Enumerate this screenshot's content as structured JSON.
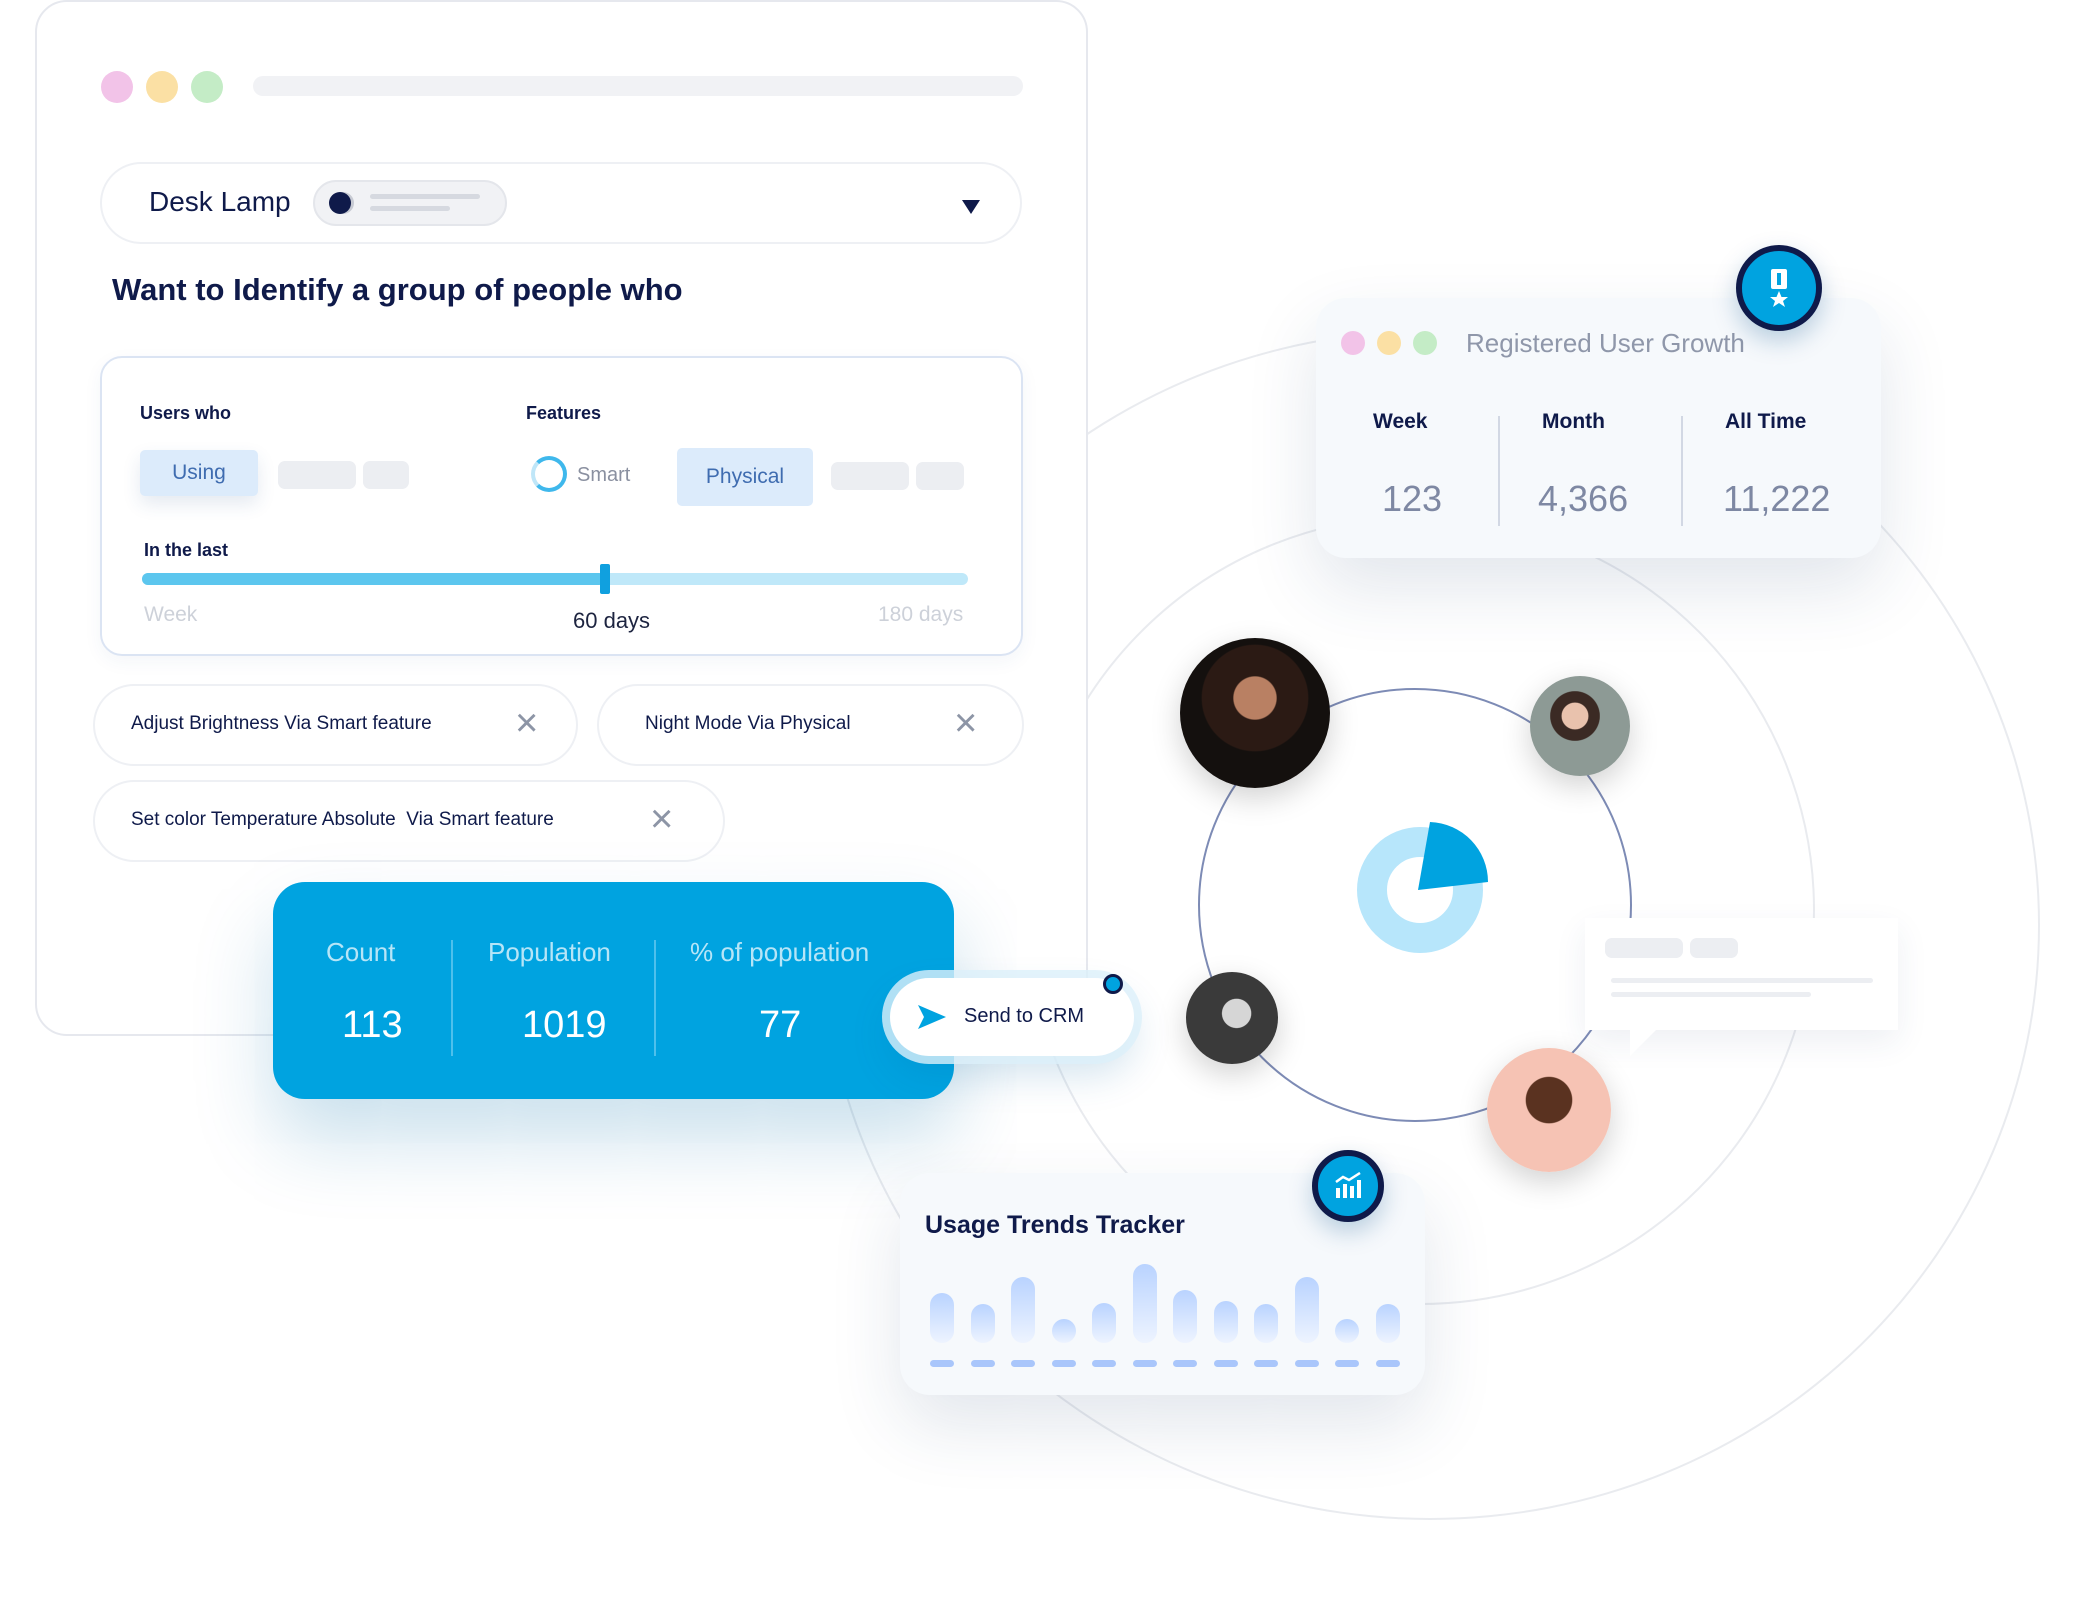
{
  "filter_panel": {
    "product": "Desk Lamp",
    "heading": "Want to Identify a group of people who",
    "users_who_label": "Users who",
    "users_who_selected": "Using",
    "features_label": "Features",
    "feature_option_1": "Smart",
    "feature_option_2": "Physical",
    "in_the_last_label": "In the last",
    "slider_min": "Week",
    "slider_value": "60 days",
    "slider_max": "180 days",
    "slider_fraction": 0.56,
    "chips": [
      "Adjust Brightness Via Smart feature",
      "Night Mode Via Physical",
      "Set color Temperature Absolute  Via Smart feature"
    ]
  },
  "stats_card": {
    "columns": [
      {
        "label": "Count",
        "value": "113"
      },
      {
        "label": "Population",
        "value": "1019"
      },
      {
        "label": "% of population",
        "value": "77"
      }
    ],
    "send_button": "Send to CRM"
  },
  "growth_card": {
    "title": "Registered User Growth",
    "columns": [
      {
        "label": "Week",
        "value": "123"
      },
      {
        "label": "Month",
        "value": "4,366"
      },
      {
        "label": "All Time",
        "value": "11,222"
      }
    ]
  },
  "usage_card": {
    "title": "Usage Trends Tracker",
    "bar_values": [
      0.45,
      0.35,
      0.6,
      0.22,
      0.36,
      0.72,
      0.48,
      0.38,
      0.35,
      0.6,
      0.22,
      0.35
    ]
  },
  "colors": {
    "primary": "#00a3e0",
    "navy": "#0f1a4a",
    "dot_pink": "#f2c3e8",
    "dot_yellow": "#fbe0a4",
    "dot_green": "#c4ecc6"
  },
  "icons": {
    "award": "award-badge-icon",
    "chart": "bar-chart-icon",
    "send": "send-arrow-icon",
    "close": "close-icon",
    "dropdown": "caret-down-icon"
  }
}
